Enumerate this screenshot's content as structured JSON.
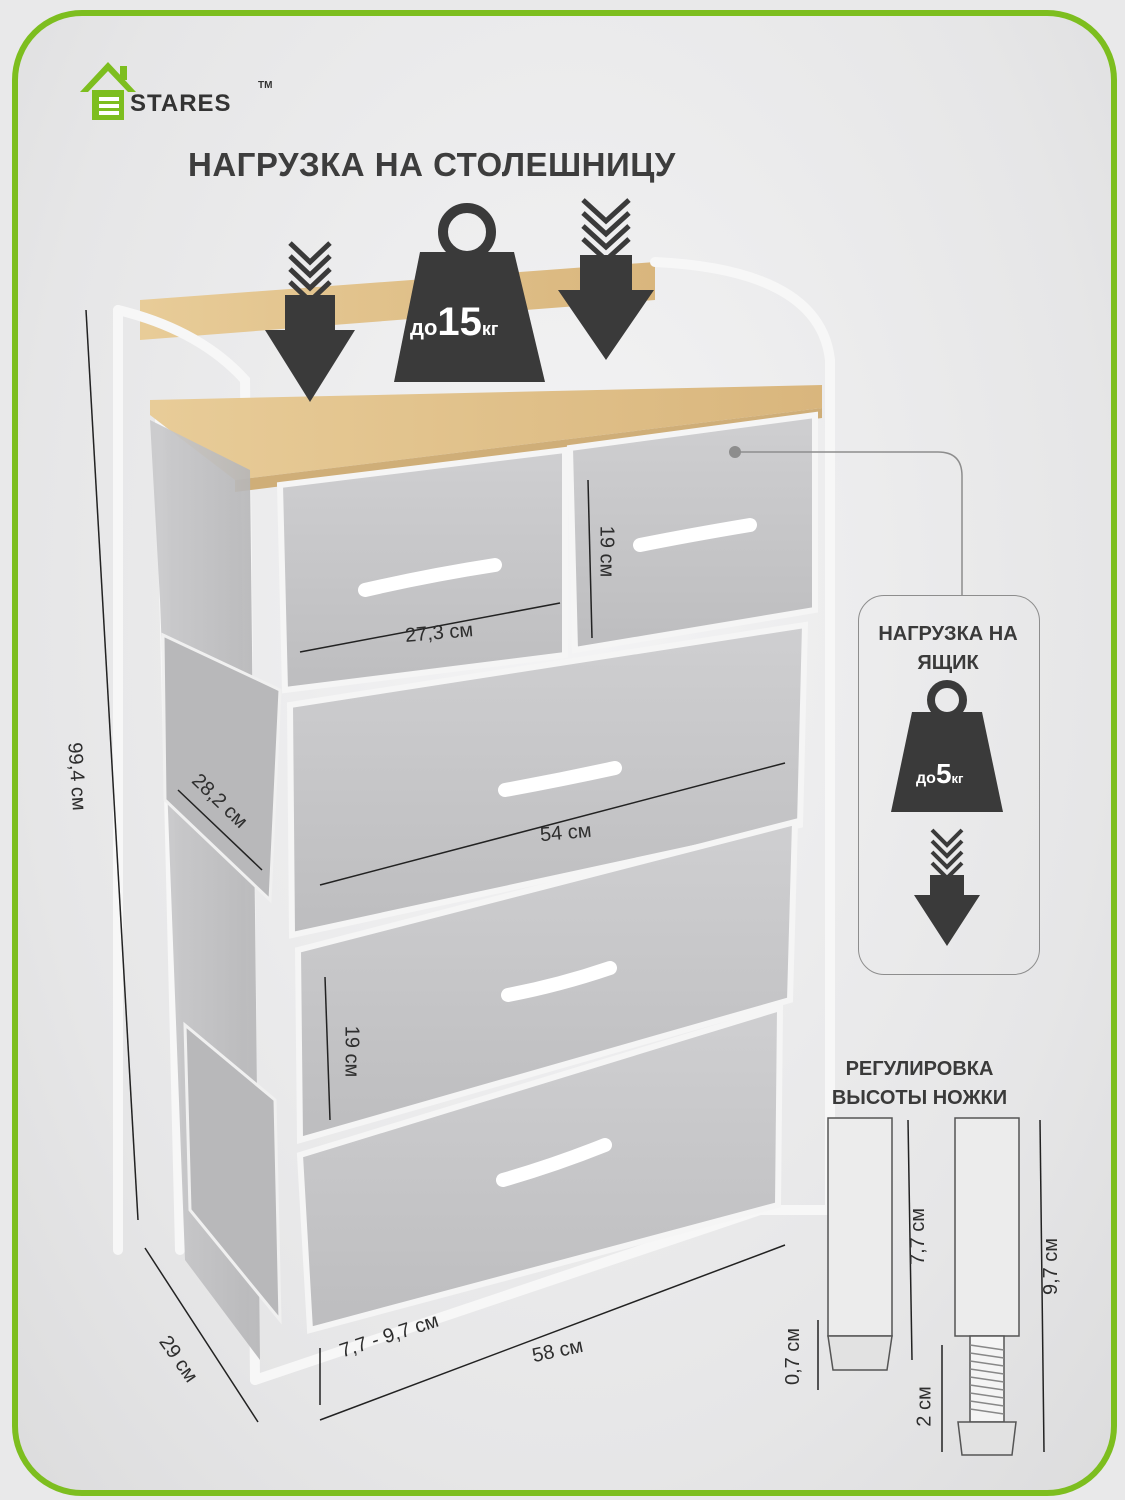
{
  "brand": {
    "name": "STARES",
    "trademark": "TM"
  },
  "headline": "НАГРУЗКА НА СТОЛЕШНИЦУ",
  "top_load": {
    "prefix": "до",
    "value": "15",
    "unit": "кг"
  },
  "drawer_load": {
    "title": "НАГРУЗКА НА ЯЩИК",
    "prefix": "до",
    "value": "5",
    "unit": "кг"
  },
  "leg_adjust": {
    "title": "РЕГУЛИРОВКА ВЫСОТЫ НОЖКИ"
  },
  "dimensions": {
    "total_height": "99,4 см",
    "small_drawer_width": "27,3 см",
    "small_drawer_height": "19 см",
    "large_drawer_width": "54 см",
    "drawer_depth": "28,2 см",
    "large_drawer_height": "19 см",
    "depth": "29 см",
    "width": "58 см",
    "leg_range": "7,7 - 9,7 см",
    "leg_min": "7,7 см",
    "leg_max": "9,7 см",
    "foot_height": "0,7 см",
    "screw_height": "2 см"
  },
  "colors": {
    "frame": "#7dbe1f",
    "fabric": "#c6c6c8",
    "wood": "#e3c48f",
    "icon": "#3a3a3a"
  }
}
